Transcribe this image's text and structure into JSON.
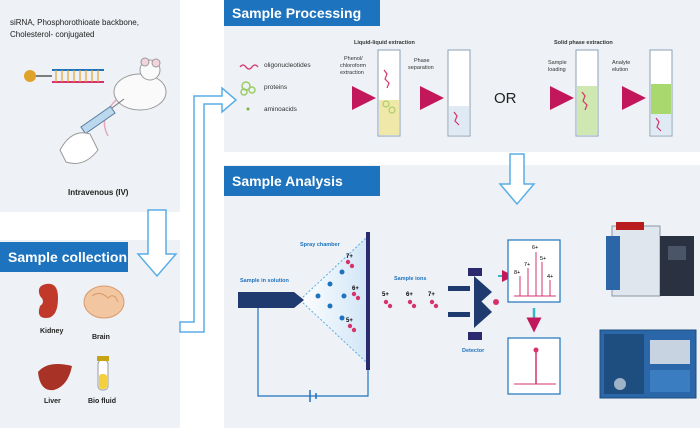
{
  "left_top": {
    "title_line1": "siRNA, Phosphorothioate backbone,",
    "title_line2": "Cholesterol- conjugated",
    "route": "Intravenous (IV)"
  },
  "sample_collection": {
    "header": "Sample collection",
    "organs": [
      {
        "label": "Kidney"
      },
      {
        "label": "Brain"
      },
      {
        "label": "Liver"
      },
      {
        "label": "Bio fluid"
      }
    ]
  },
  "sample_processing": {
    "header": "Sample Processing",
    "legend": [
      {
        "label": "oligonucleotides"
      },
      {
        "label": "proteins"
      },
      {
        "label": "aminoacids"
      }
    ],
    "lle_title": "Liquid-liquid extraction",
    "lle_step1_line1": "Phenol/",
    "lle_step1_line2": "chloroform",
    "lle_step1_line3": "extraction",
    "lle_step2_line1": "Phase",
    "lle_step2_line2": "separation",
    "or_label": "OR",
    "spe_title": "Solid phase extraction",
    "spe_step1_line1": "Sample",
    "spe_step1_line2": "loading",
    "spe_step2_line1": "Analyte",
    "spe_step2_line2": "elution"
  },
  "sample_analysis": {
    "header": "Sample Analysis",
    "spray_chamber": "Spray chamber",
    "sample_in_solution": "Sample in solution",
    "sample_ions": "Sample ions",
    "detector": "Detector",
    "charges": [
      "7+",
      "6+",
      "5+",
      "5+",
      "6+",
      "7+"
    ],
    "spectrum_labels": [
      "6+",
      "7+",
      "5+",
      "8+",
      "4+"
    ]
  },
  "colors": {
    "header_blue": "#1e73be",
    "panel_gray": "#eef1f5",
    "arrow_blue": "#5aaee6",
    "magenta": "#c2185b",
    "oligo_red": "#d6336c"
  }
}
